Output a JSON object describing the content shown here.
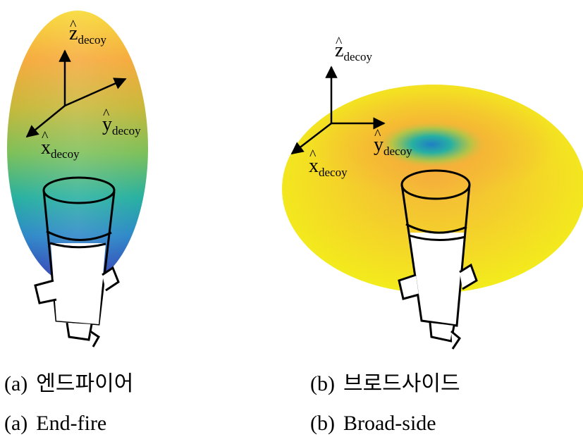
{
  "panels": [
    {
      "id": "a",
      "pattern": "End-fire",
      "axes": {
        "x": "x",
        "y": "y",
        "z": "z",
        "subscript": "decoy"
      },
      "caption_ko": {
        "tag": "(a)",
        "text": "엔드파이어"
      },
      "caption_en": {
        "tag": "(a)",
        "text": "End-fire"
      }
    },
    {
      "id": "b",
      "pattern": "Broad-side",
      "axes": {
        "x": "x",
        "y": "y",
        "z": "z",
        "subscript": "decoy"
      },
      "caption_ko": {
        "tag": "(b)",
        "text": "브로드사이드"
      },
      "caption_en": {
        "tag": "(b)",
        "text": "Broad-side"
      }
    }
  ],
  "colors": {
    "high": "#f7e31c",
    "mid": "#f5a43a",
    "low_teal": "#1fa6a0",
    "low_blue": "#2c3bb5",
    "outline": "#000000"
  }
}
